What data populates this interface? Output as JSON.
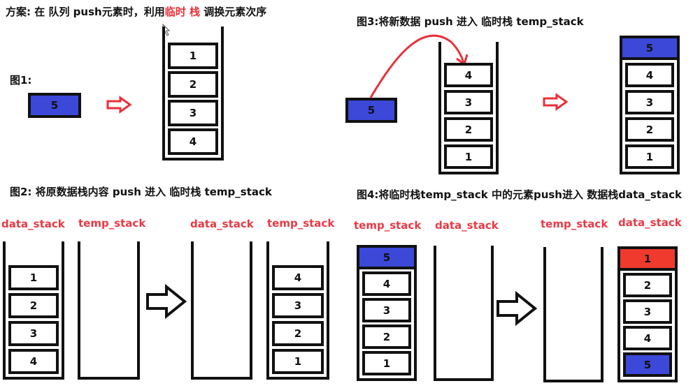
{
  "header": {
    "part1": "方案: 在   队列   push元素时，利用",
    "highlight1": "临时",
    "highlight2": "栈",
    "part2": " 调换元素次序"
  },
  "colors": {
    "blue": "#3b48d8",
    "red": "#f03a2e",
    "label_red": "#e83a45"
  },
  "fig1": {
    "title": "图1:",
    "new_element": "5",
    "stack": [
      "1",
      "2",
      "3",
      "4"
    ]
  },
  "fig2": {
    "title": "图2: 将原数据栈内容 push 进入 临时栈 temp_stack",
    "before": {
      "left_label": "data_stack",
      "left_stack": [
        "1",
        "2",
        "3",
        "4"
      ],
      "right_label": "temp_stack",
      "right_stack": []
    },
    "after": {
      "left_label": "data_stack",
      "left_stack": [],
      "right_label": "temp_stack",
      "right_stack": [
        "4",
        "3",
        "2",
        "1"
      ]
    }
  },
  "fig3": {
    "title": "图3:将新数据 push 进入  临时栈 temp_stack",
    "new_element": "5",
    "before_stack": [
      "4",
      "3",
      "2",
      "1"
    ],
    "after_stack": [
      "5",
      "4",
      "3",
      "2",
      "1"
    ]
  },
  "fig4": {
    "title": "图4:将临时栈temp_stack 中的元素push进入 数据栈data_stack",
    "before": {
      "left_label": "temp_stack",
      "left_stack": [
        "5",
        "4",
        "3",
        "2",
        "1"
      ],
      "right_label": "data_stack",
      "right_stack": []
    },
    "after": {
      "left_label": "temp_stack",
      "left_stack": [],
      "right_label": "data_stack",
      "right_stack": [
        "1",
        "2",
        "3",
        "4",
        "5"
      ]
    }
  }
}
